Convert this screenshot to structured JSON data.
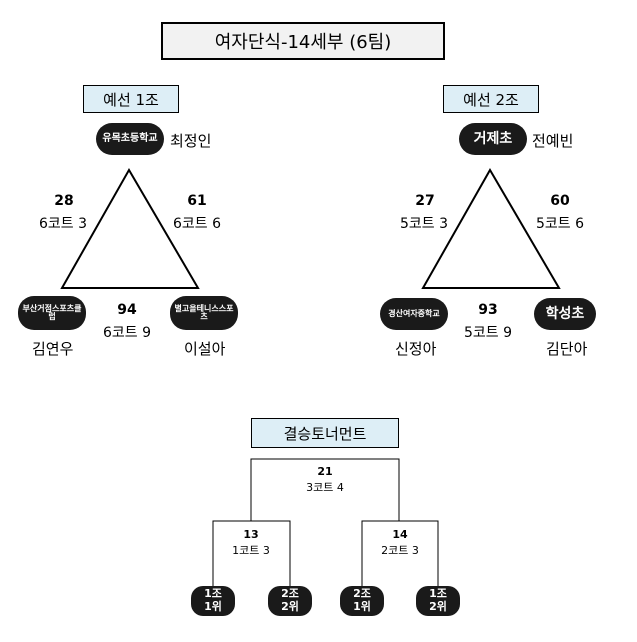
{
  "title": "여자단식-14세부 (6팀)",
  "groups": [
    {
      "label": "예선 1조",
      "players": [
        {
          "team": "유목초등학교",
          "name": "최정인"
        },
        {
          "team": "부산거점스포츠클럽",
          "name": "김연우"
        },
        {
          "team": "별고을테니스스포츠",
          "name": "이설아"
        }
      ],
      "matches": [
        {
          "num": "28",
          "court": "6코트 3"
        },
        {
          "num": "61",
          "court": "6코트 6"
        },
        {
          "num": "94",
          "court": "6코트 9"
        }
      ]
    },
    {
      "label": "예선 2조",
      "players": [
        {
          "team": "거제초",
          "name": "전예빈"
        },
        {
          "team": "경산여자중학교",
          "name": "신정아"
        },
        {
          "team": "학성초",
          "name": "김단아"
        }
      ],
      "matches": [
        {
          "num": "27",
          "court": "5코트 3"
        },
        {
          "num": "60",
          "court": "5코트 6"
        },
        {
          "num": "93",
          "court": "5코트 9"
        }
      ]
    }
  ],
  "final": {
    "label": "결승토너먼트",
    "final_match": {
      "num": "21",
      "court": "3코트 4"
    },
    "semis": [
      {
        "num": "13",
        "court": "1코트 3"
      },
      {
        "num": "14",
        "court": "2코트 3"
      }
    ],
    "seeds": [
      {
        "group": "1조",
        "rank": "1위"
      },
      {
        "group": "2조",
        "rank": "2위"
      },
      {
        "group": "2조",
        "rank": "1위"
      },
      {
        "group": "1조",
        "rank": "2위"
      }
    ]
  }
}
